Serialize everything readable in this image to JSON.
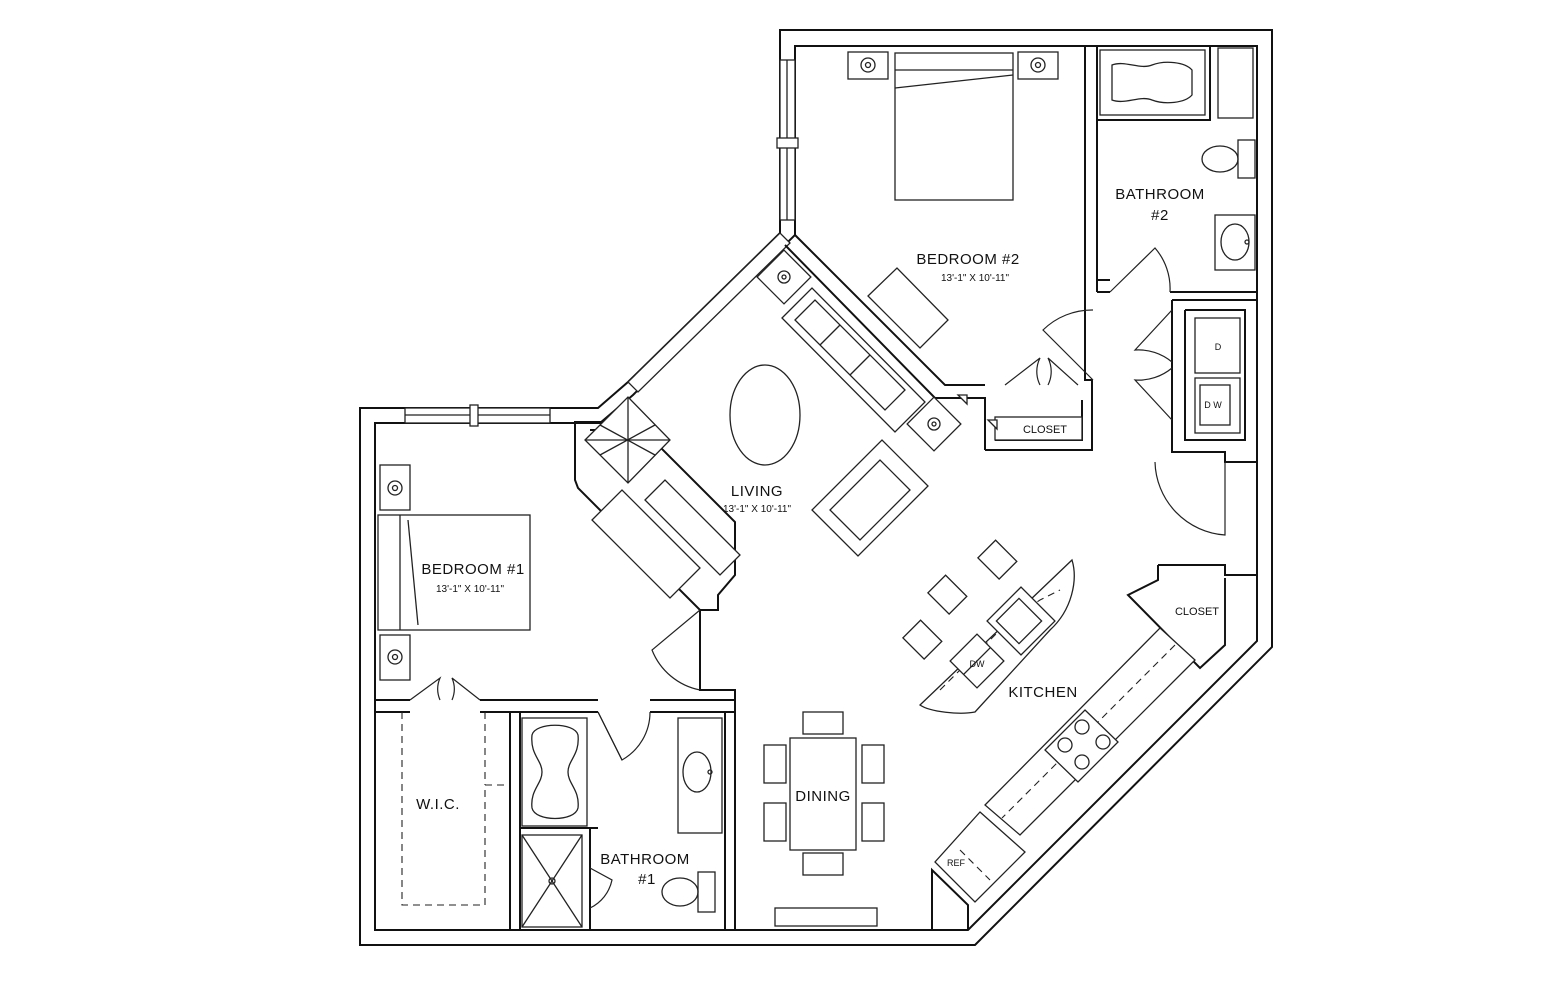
{
  "rooms": {
    "bedroom2": {
      "label": "BEDROOM  #2",
      "dims": "13'-1\" X 10'-11\""
    },
    "bathroom2": {
      "line1": "BATHROOM",
      "line2": "#2"
    },
    "living": {
      "label": "LIVING",
      "dims": "13'-1\" X 10'-11\""
    },
    "bedroom1": {
      "label": "BEDROOM  #1",
      "dims": "13'-1\" X 10'-11\""
    },
    "kitchen": {
      "label": "KITCHEN"
    },
    "dining": {
      "label": "DINING"
    },
    "bathroom1": {
      "line1": "BATHROOM",
      "line2": "#1"
    },
    "wic": {
      "label": "W.I.C."
    },
    "closet_bedroom2": {
      "label": "CLOSET"
    },
    "closet_kitchen": {
      "label": "CLOSET"
    }
  },
  "appliances": {
    "dryer": "D",
    "washer": "D W",
    "dishwasher": "DW",
    "refrigerator": "REF"
  },
  "colors": {
    "line": "#111111",
    "background": "#ffffff"
  }
}
